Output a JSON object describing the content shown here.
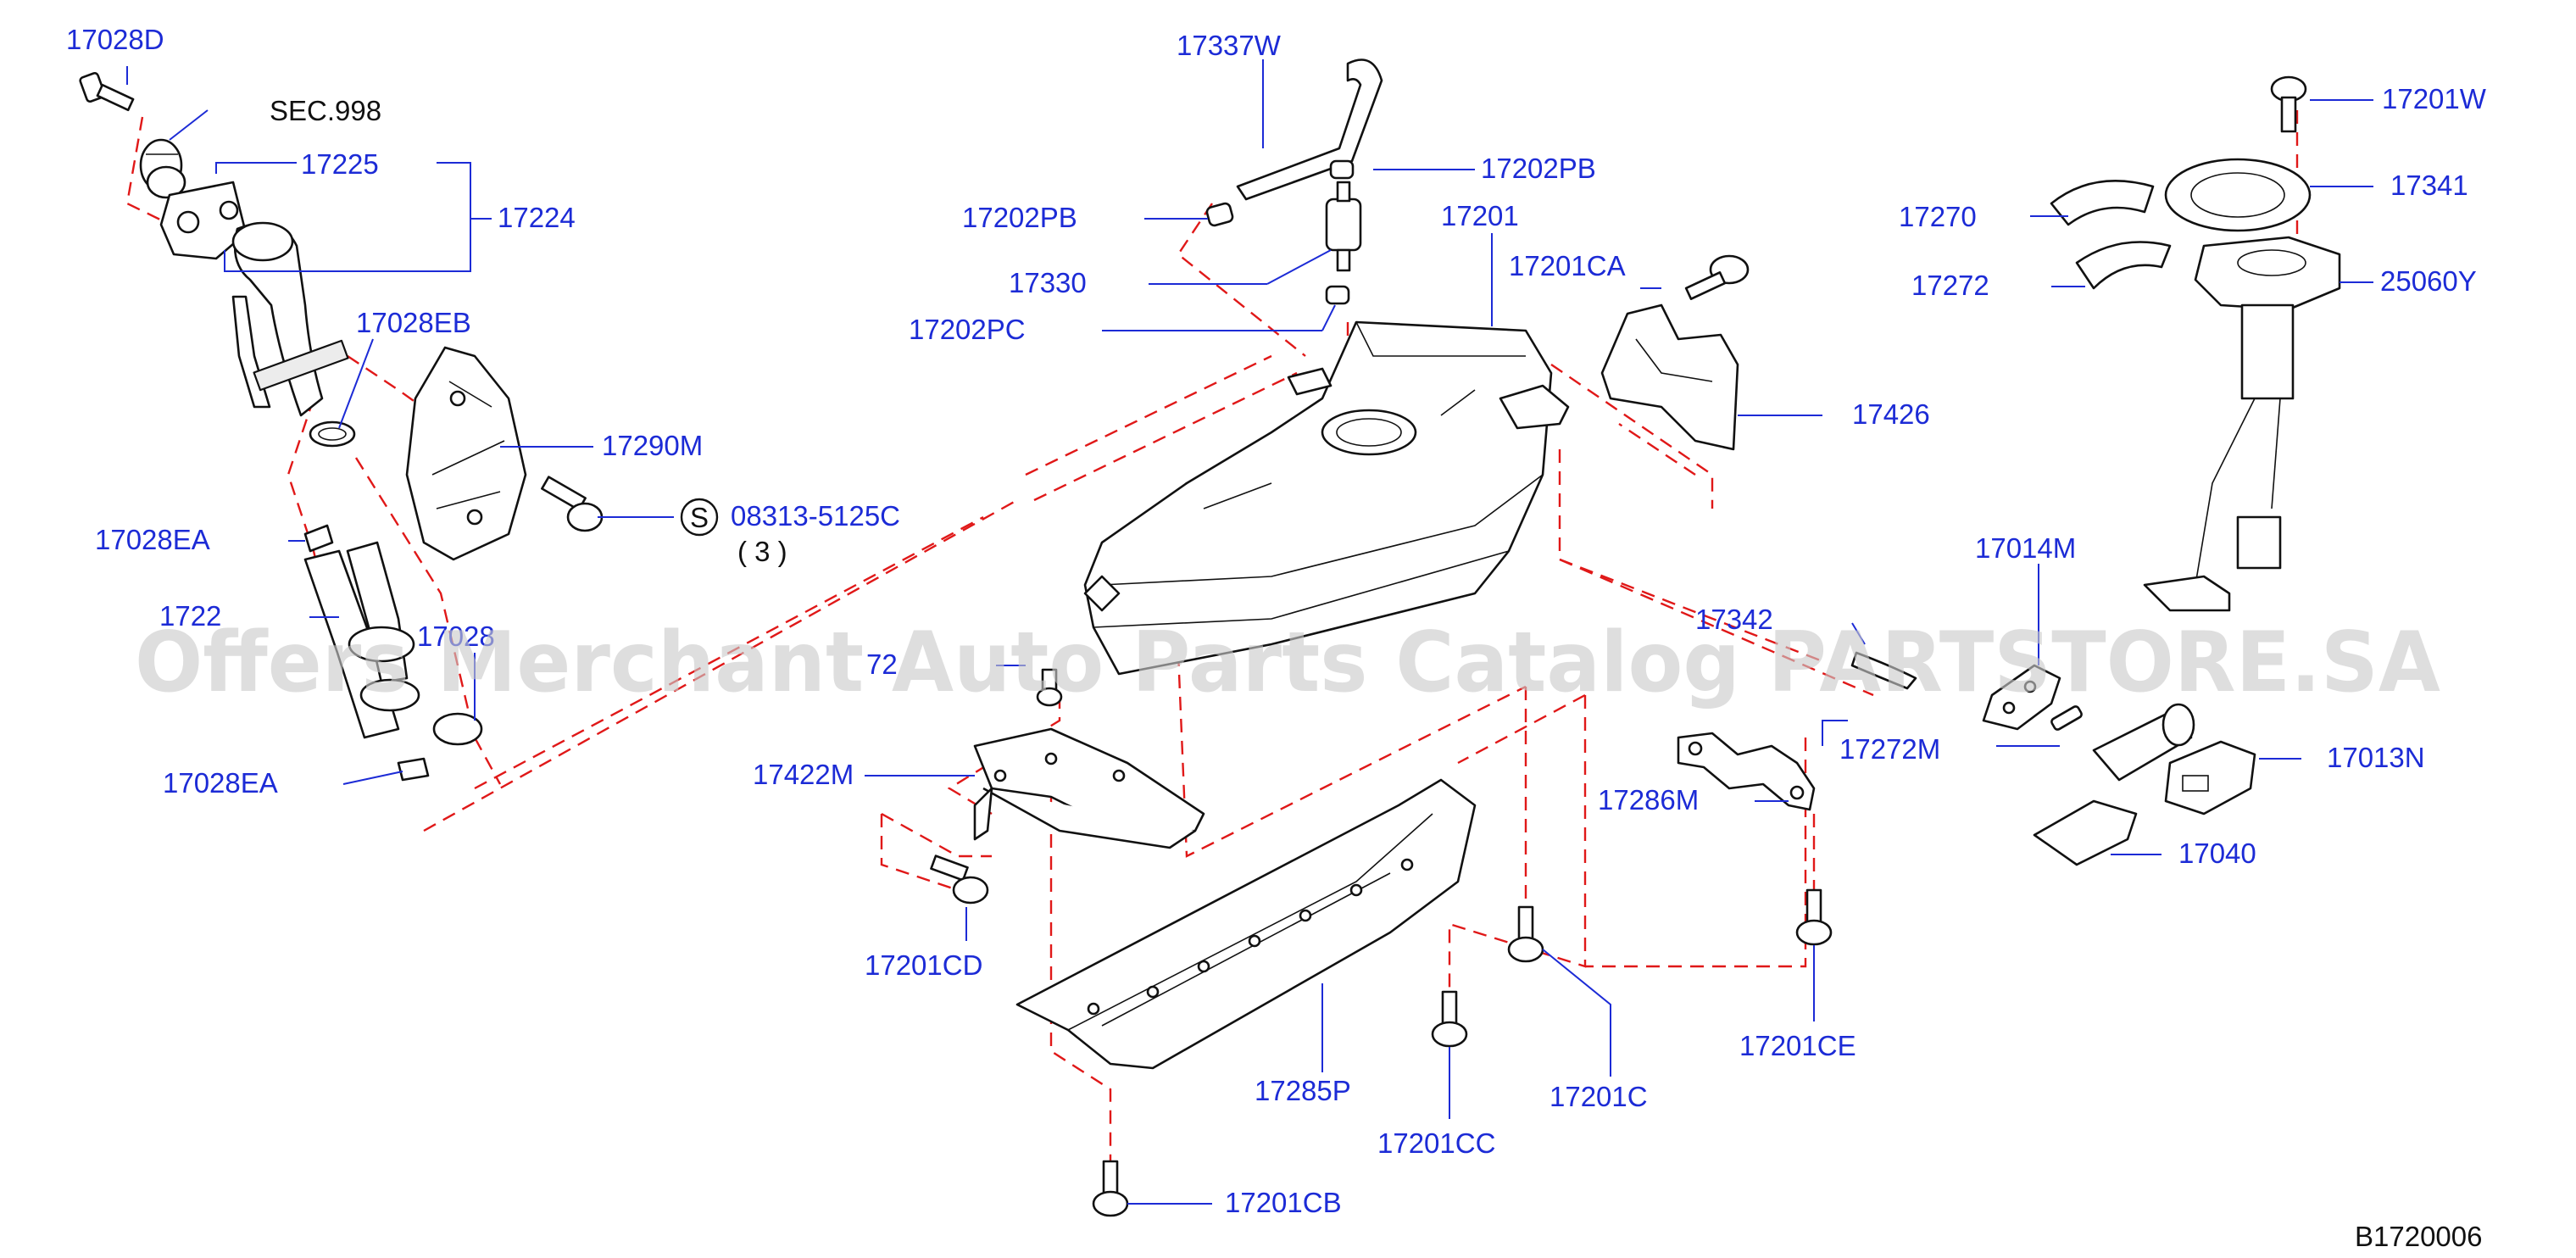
{
  "labels": {
    "l17028D": "17028D",
    "sec998": "SEC.998",
    "l17225": "17225",
    "l17224": "17224",
    "l17028EB": "17028EB",
    "l17290M": "17290M",
    "s_symbol": "S",
    "l08313": "08313-5125C",
    "qty3": "( 3 )",
    "l17028EA_1": "17028EA",
    "l17220_partial": "1722",
    "l17028E_partial": "17028",
    "l17028EA_2": "17028EA",
    "l17337W": "17337W",
    "l17202PB_1": "17202PB",
    "l17202PB_2": "17202PB",
    "l17201": "17201",
    "l17330": "17330",
    "l17201CA": "17201CA",
    "l17202PC": "17202PC",
    "l17426": "17426",
    "l172_partial": "72",
    "l17342": "17342",
    "l17422M": "17422M",
    "l17272M": "17272M",
    "l17286M": "17286M",
    "l17201CD": "17201CD",
    "l17285P": "17285P",
    "l17201C": "17201C",
    "l17201CE": "17201CE",
    "l17201CC": "17201CC",
    "l17201CB": "17201CB",
    "l17201W": "17201W",
    "l17341": "17341",
    "l17270": "17270",
    "l25060Y": "25060Y",
    "l17272": "17272",
    "l17014M": "17014M",
    "l17013N": "17013N",
    "l17040": "17040",
    "diagram_code": "B1720006"
  },
  "watermark": "Offers Merchant Auto Parts Catalog PARTSTORE.SA",
  "colors": {
    "label_blue": "#1c2bd6",
    "dashed_red": "#e01818",
    "watermark_gray": "#c9c9c9"
  }
}
